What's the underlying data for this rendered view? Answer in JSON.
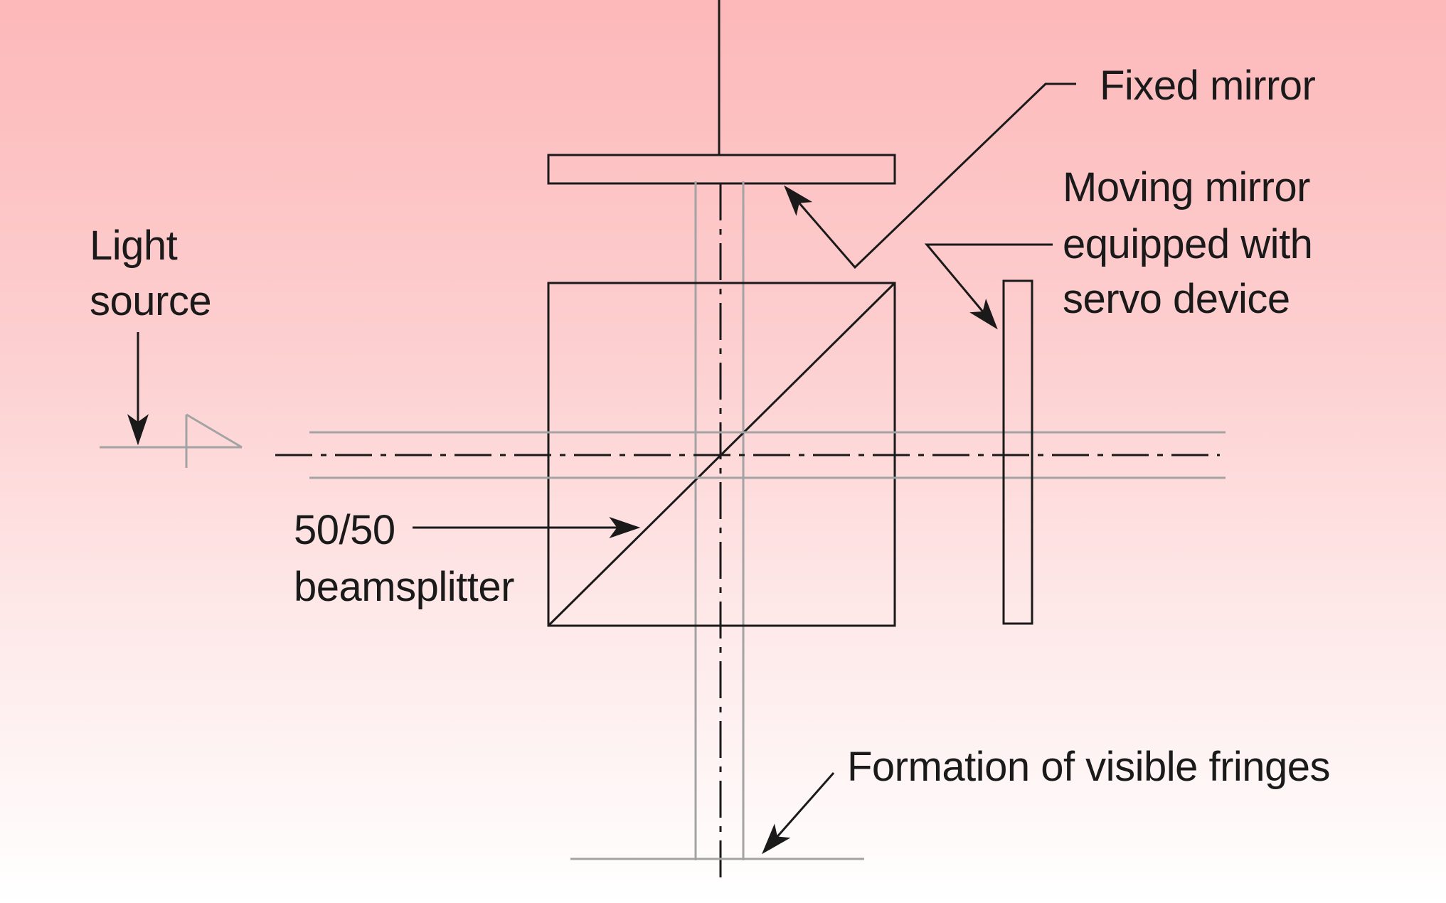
{
  "labels": {
    "fixed_mirror": "Fixed mirror",
    "moving_mirror": [
      "Moving mirror",
      "equipped with",
      "servo device"
    ],
    "light_source": [
      "Light",
      "source"
    ],
    "beamsplitter": [
      "50/50",
      "beamsplitter"
    ],
    "fringes": "Formation of visible fringes"
  },
  "colors": {
    "ink": "#1a1a1a",
    "beam": "#a3a3a3",
    "background_top": "#fdb8b9",
    "background_bottom": "#ffffff"
  }
}
